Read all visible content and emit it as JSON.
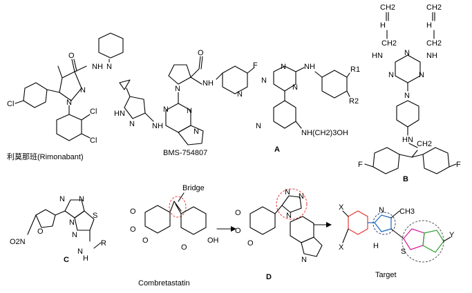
{
  "captions": {
    "rimonabant": "利莫那班(Rimonabant)",
    "bms": "BMS-754807",
    "a": "A",
    "b": "B",
    "c": "C",
    "combretastatin": "Combretastatin",
    "d": "D",
    "target": "Target"
  },
  "labels": {
    "bridge": "Bridge",
    "nh_chain": "NH(CH2)3OH",
    "r1": "R1",
    "r2": "R2",
    "ch2": "CH2",
    "ch3": "CH3",
    "cl": "Cl",
    "f": "F",
    "x": "X",
    "y": "Y",
    "nh": "NH",
    "hn": "HN",
    "oh": "OH",
    "o2n": "O2N",
    "n": "N",
    "s": "S",
    "o": "O",
    "h": "H",
    "r": "R"
  },
  "colors": {
    "red_ring": "#e53935",
    "blue_ring": "#1565c0",
    "green_ring": "#2e9e2e",
    "magenta": "#d81b9e",
    "dashed_red": "#e53935",
    "dashed_navy": "#34406b",
    "dashed_gray": "#555555"
  }
}
